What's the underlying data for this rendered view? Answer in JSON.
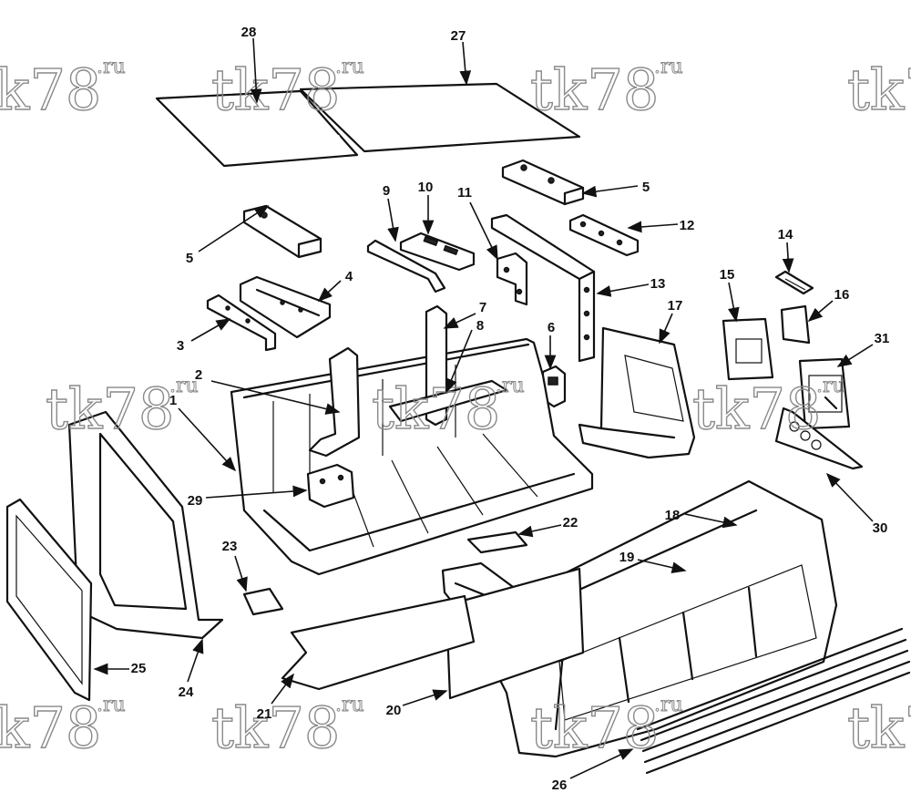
{
  "watermark": {
    "main": "tk78",
    "sup": ".ru"
  },
  "callouts": [
    "28",
    "27",
    "5",
    "5",
    "12",
    "9",
    "10",
    "11",
    "4",
    "3",
    "13",
    "14",
    "15",
    "16",
    "17",
    "7",
    "8",
    "6",
    "31",
    "2",
    "1",
    "29",
    "30",
    "18",
    "22",
    "23",
    "19",
    "25",
    "24",
    "21",
    "20",
    "26"
  ],
  "colors": {
    "ink": "#111111",
    "watermark": "#8a8a8a",
    "background": "#ffffff"
  }
}
